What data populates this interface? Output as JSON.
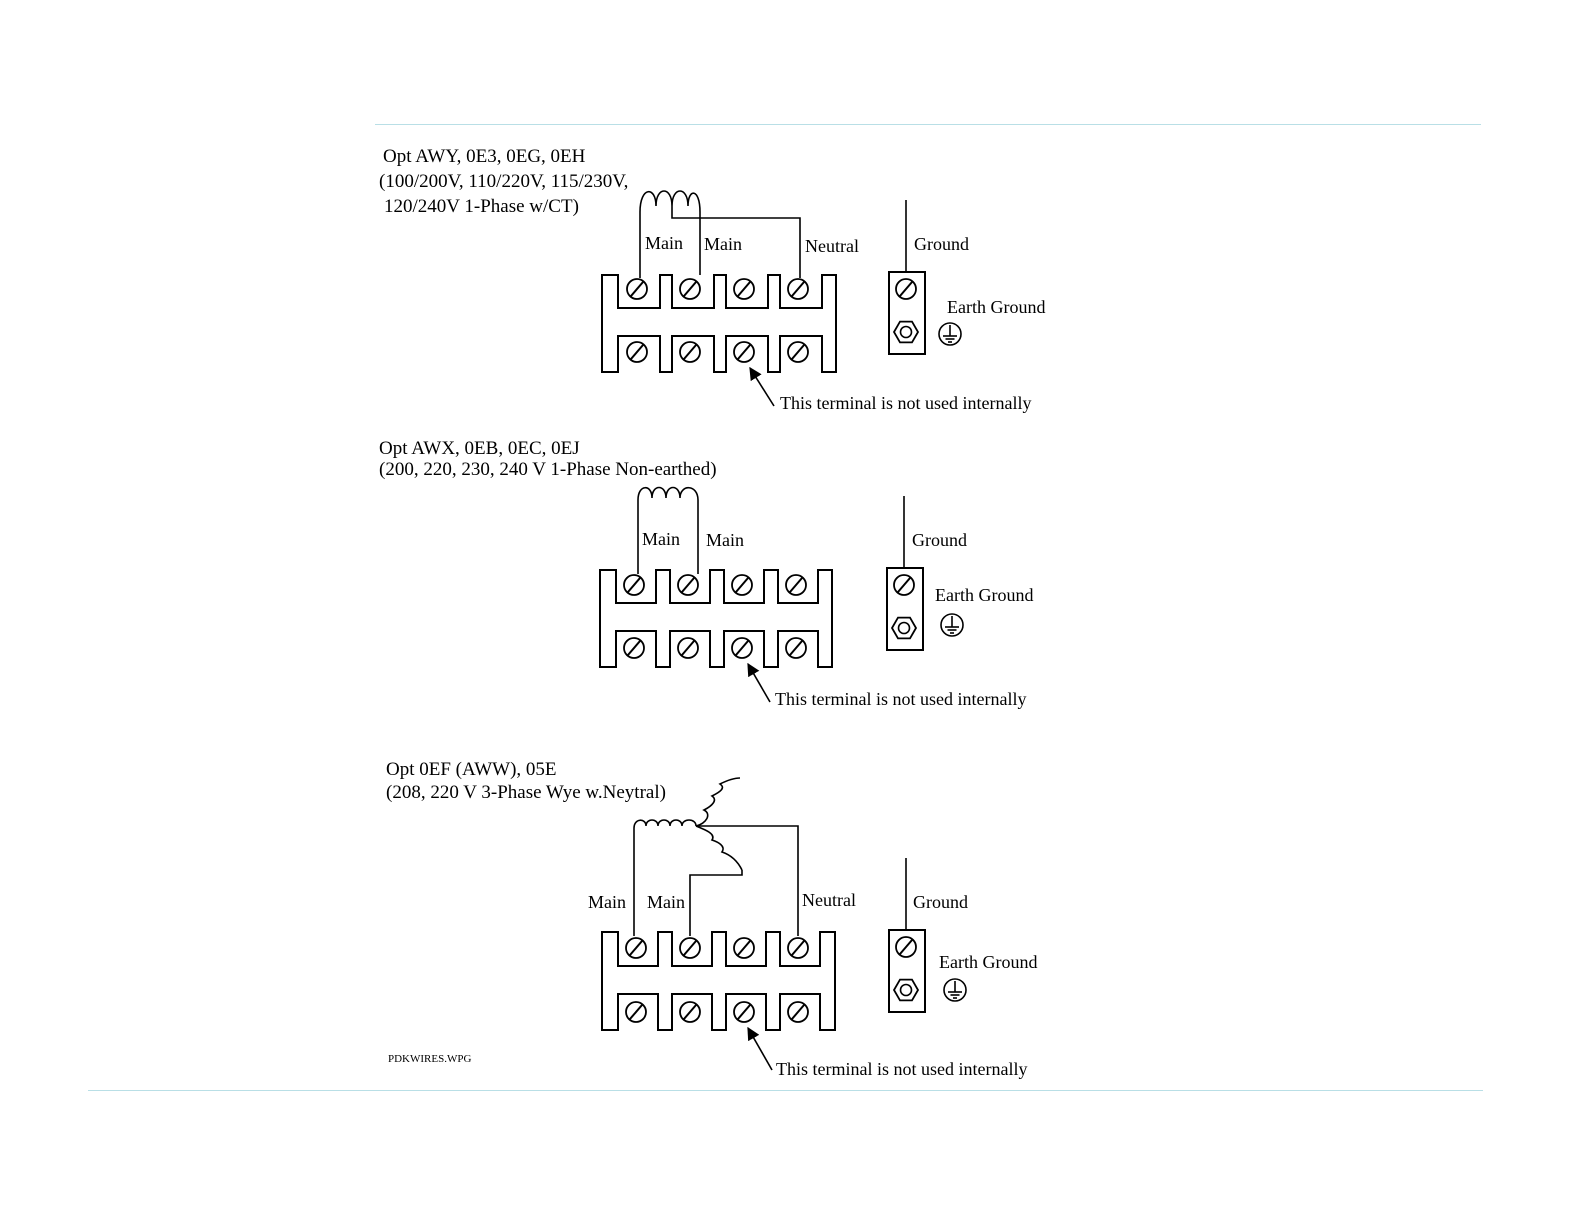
{
  "footer_code": "PDKWIRES.WPG",
  "sections": [
    {
      "title_lines": [
        "Opt AWY, 0E3, 0EG, 0EH",
        "(100/200V, 110/220V, 115/230V,",
        "120/240V 1-Phase w/CT)"
      ],
      "labels": {
        "main1": "Main",
        "main2": "Main",
        "neutral": "Neutral",
        "ground": "Ground",
        "earth": "Earth Ground"
      },
      "note": "This terminal is not used internally"
    },
    {
      "title_lines": [
        "Opt AWX, 0EB, 0EC, 0EJ",
        "(200, 220, 230, 240 V 1-Phase Non-earthed)"
      ],
      "labels": {
        "main1": "Main",
        "main2": "Main",
        "ground": "Ground",
        "earth": "Earth Ground"
      },
      "note": "This terminal is not used internally"
    },
    {
      "title_lines": [
        "Opt 0EF (AWW), 05E",
        "(208, 220 V 3-Phase Wye w.Neytral)"
      ],
      "labels": {
        "main1": "Main",
        "main2": "Main",
        "neutral": "Neutral",
        "ground": "Ground",
        "earth": "Earth Ground"
      },
      "note": "This terminal is not used internally"
    }
  ]
}
